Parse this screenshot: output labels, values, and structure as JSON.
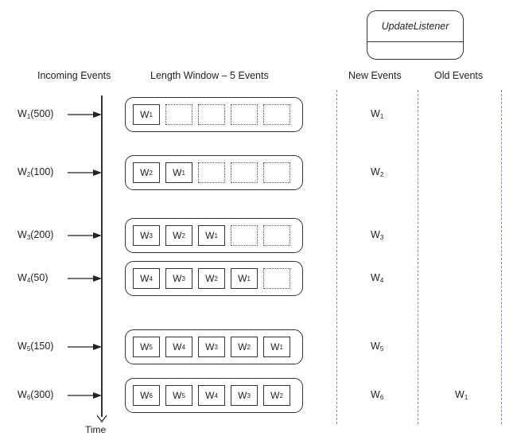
{
  "headers": {
    "incoming": "Incoming Events",
    "window": "Length Window – 5 Events",
    "new": "New Events",
    "old": "Old Events"
  },
  "listener": {
    "title": "UpdateListener"
  },
  "axis": {
    "time_label": "Time"
  },
  "rows": [
    {
      "event": "W",
      "sub": "1",
      "value": "(500)",
      "slots": [
        [
          "W",
          "1"
        ],
        null,
        null,
        null,
        null
      ],
      "new_event": [
        "W",
        "1"
      ],
      "old_event": null
    },
    {
      "event": "W",
      "sub": "2",
      "value": "(100)",
      "slots": [
        [
          "W",
          "2"
        ],
        [
          "W",
          "1"
        ],
        null,
        null,
        null
      ],
      "new_event": [
        "W",
        "2"
      ],
      "old_event": null
    },
    {
      "event": "W",
      "sub": "3",
      "value": "(200)",
      "slots": [
        [
          "W",
          "3"
        ],
        [
          "W",
          "2"
        ],
        [
          "W",
          "1"
        ],
        null,
        null
      ],
      "new_event": [
        "W",
        "3"
      ],
      "old_event": null
    },
    {
      "event": "W",
      "sub": "4",
      "value": "(50)",
      "slots": [
        [
          "W",
          "4"
        ],
        [
          "W",
          "3"
        ],
        [
          "W",
          "2"
        ],
        [
          "W",
          "1"
        ],
        null
      ],
      "new_event": [
        "W",
        "4"
      ],
      "old_event": null
    },
    {
      "event": "W",
      "sub": "5",
      "value": "(150)",
      "slots": [
        [
          "W",
          "5"
        ],
        [
          "W",
          "4"
        ],
        [
          "W",
          "3"
        ],
        [
          "W",
          "2"
        ],
        [
          "W",
          "1"
        ]
      ],
      "new_event": [
        "W",
        "5"
      ],
      "old_event": null
    },
    {
      "event": "W",
      "sub": "6",
      "value": "(300)",
      "slots": [
        [
          "W",
          "6"
        ],
        [
          "W",
          "5"
        ],
        [
          "W",
          "4"
        ],
        [
          "W",
          "3"
        ],
        [
          "W",
          "2"
        ]
      ],
      "new_event": [
        "W",
        "6"
      ],
      "old_event": [
        "W",
        "1"
      ]
    }
  ]
}
